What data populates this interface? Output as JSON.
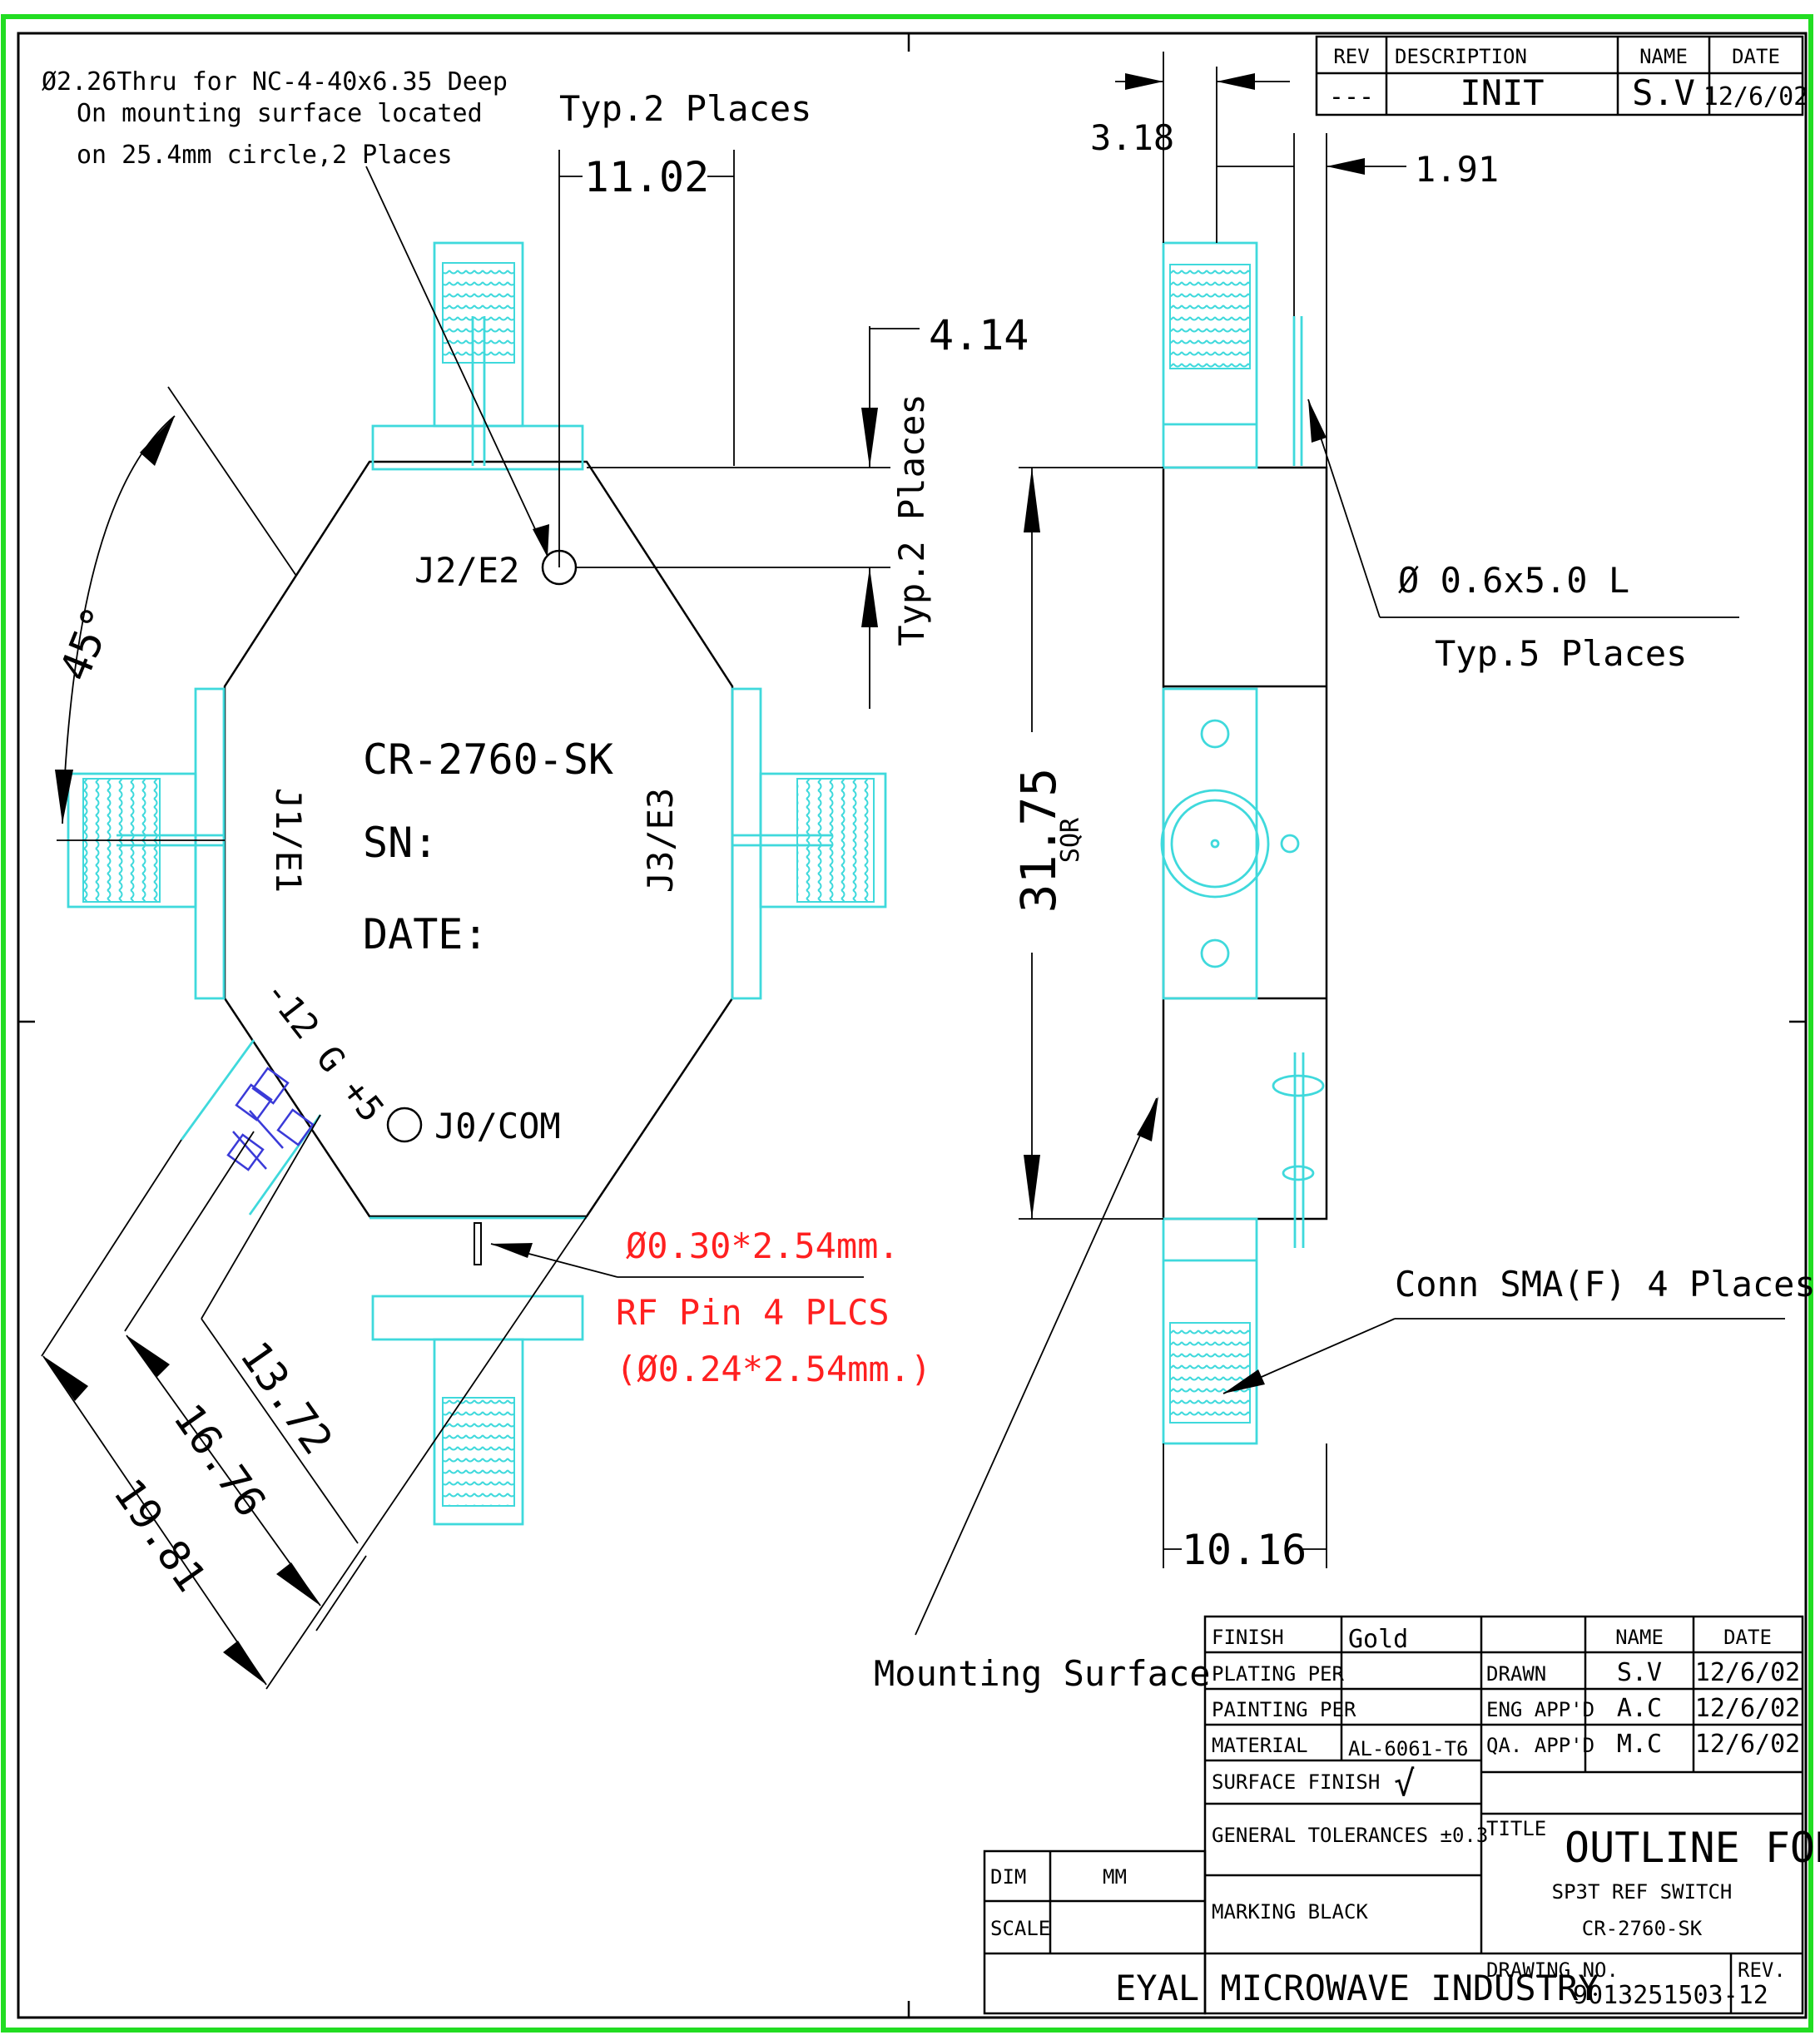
{
  "revision_block": {
    "headers": {
      "rev": "REV",
      "description": "DESCRIPTION",
      "name": "NAME",
      "date": "DATE"
    },
    "row": {
      "rev": "---",
      "description": "INIT",
      "name": "S.V",
      "date": "12/6/02"
    }
  },
  "top_view": {
    "hole_note": [
      "Ø2.26Thru for NC-4-40x6.35 Deep",
      "On mounting surface located",
      "on 25.4mm circle,2 Places"
    ],
    "typ_note": "Typ.2 Places",
    "dim_11_02": "11.02",
    "dim_4_14": "4.14",
    "typ_vertical": "Typ.2 Places",
    "angle": "45°",
    "label_j2": "J2/E2",
    "label_j1": "J1/E1",
    "label_j3": "J3/E3",
    "label_j0": "J0/COM",
    "part_number": "CR-2760-SK",
    "sn": "SN:",
    "date": "DATE:",
    "diag_label": "-12 G +5",
    "dim_13_72": "13.72",
    "dim_16_76": "16.76",
    "dim_19_81": "19.81",
    "rf_pin": [
      "Ø0.30*2.54mm.",
      "RF Pin 4 PLCS",
      "(Ø0.24*2.54mm.)"
    ]
  },
  "side_view": {
    "dim_3_18": "3.18",
    "dim_1_91": "1.91",
    "pin_note": "Ø 0.6x5.0 L",
    "pin_typ": "Typ.5 Places",
    "dim_31_75": "31.75",
    "sqr": "SQR",
    "conn_note": "Conn SMA(F) 4 Places",
    "dim_10_16": "10.16",
    "mounting": "Mounting Surface"
  },
  "title_block": {
    "finish_label": "FINISH",
    "finish_value": "Gold",
    "plating_label": "PLATING PER",
    "painting_label": "PAINTING PER",
    "material_label": "MATERIAL",
    "material_value": "AL-6061-T6",
    "surface_label": "SURFACE FINISH",
    "surface_value": "√",
    "tolerance_label": "GENERAL TOLERANCES ±0.3",
    "marking_label": "MARKING BLACK",
    "dim_label": "DIM",
    "dim_value": "MM",
    "scale_label": "SCALE",
    "company": "EYAL MICROWAVE INDUSTRY",
    "name_header": "NAME",
    "date_header": "DATE",
    "drawn_label": "DRAWN",
    "drawn_name": "S.V",
    "drawn_date": "12/6/02",
    "eng_label": "ENG APP'D",
    "eng_name": "A.C",
    "eng_date": "12/6/02",
    "qa_label": "QA. APP'D",
    "qa_name": "M.C",
    "qa_date": "12/6/02",
    "title_label": "TITLE",
    "title_main": "OUTLINE   FOR",
    "title_sub": "SP3T REF SWITCH",
    "title_part": "CR-2760-SK",
    "drawing_no_label": "DRAWING NO.",
    "drawing_no": "9013251503-12",
    "rev_label": "REV."
  }
}
